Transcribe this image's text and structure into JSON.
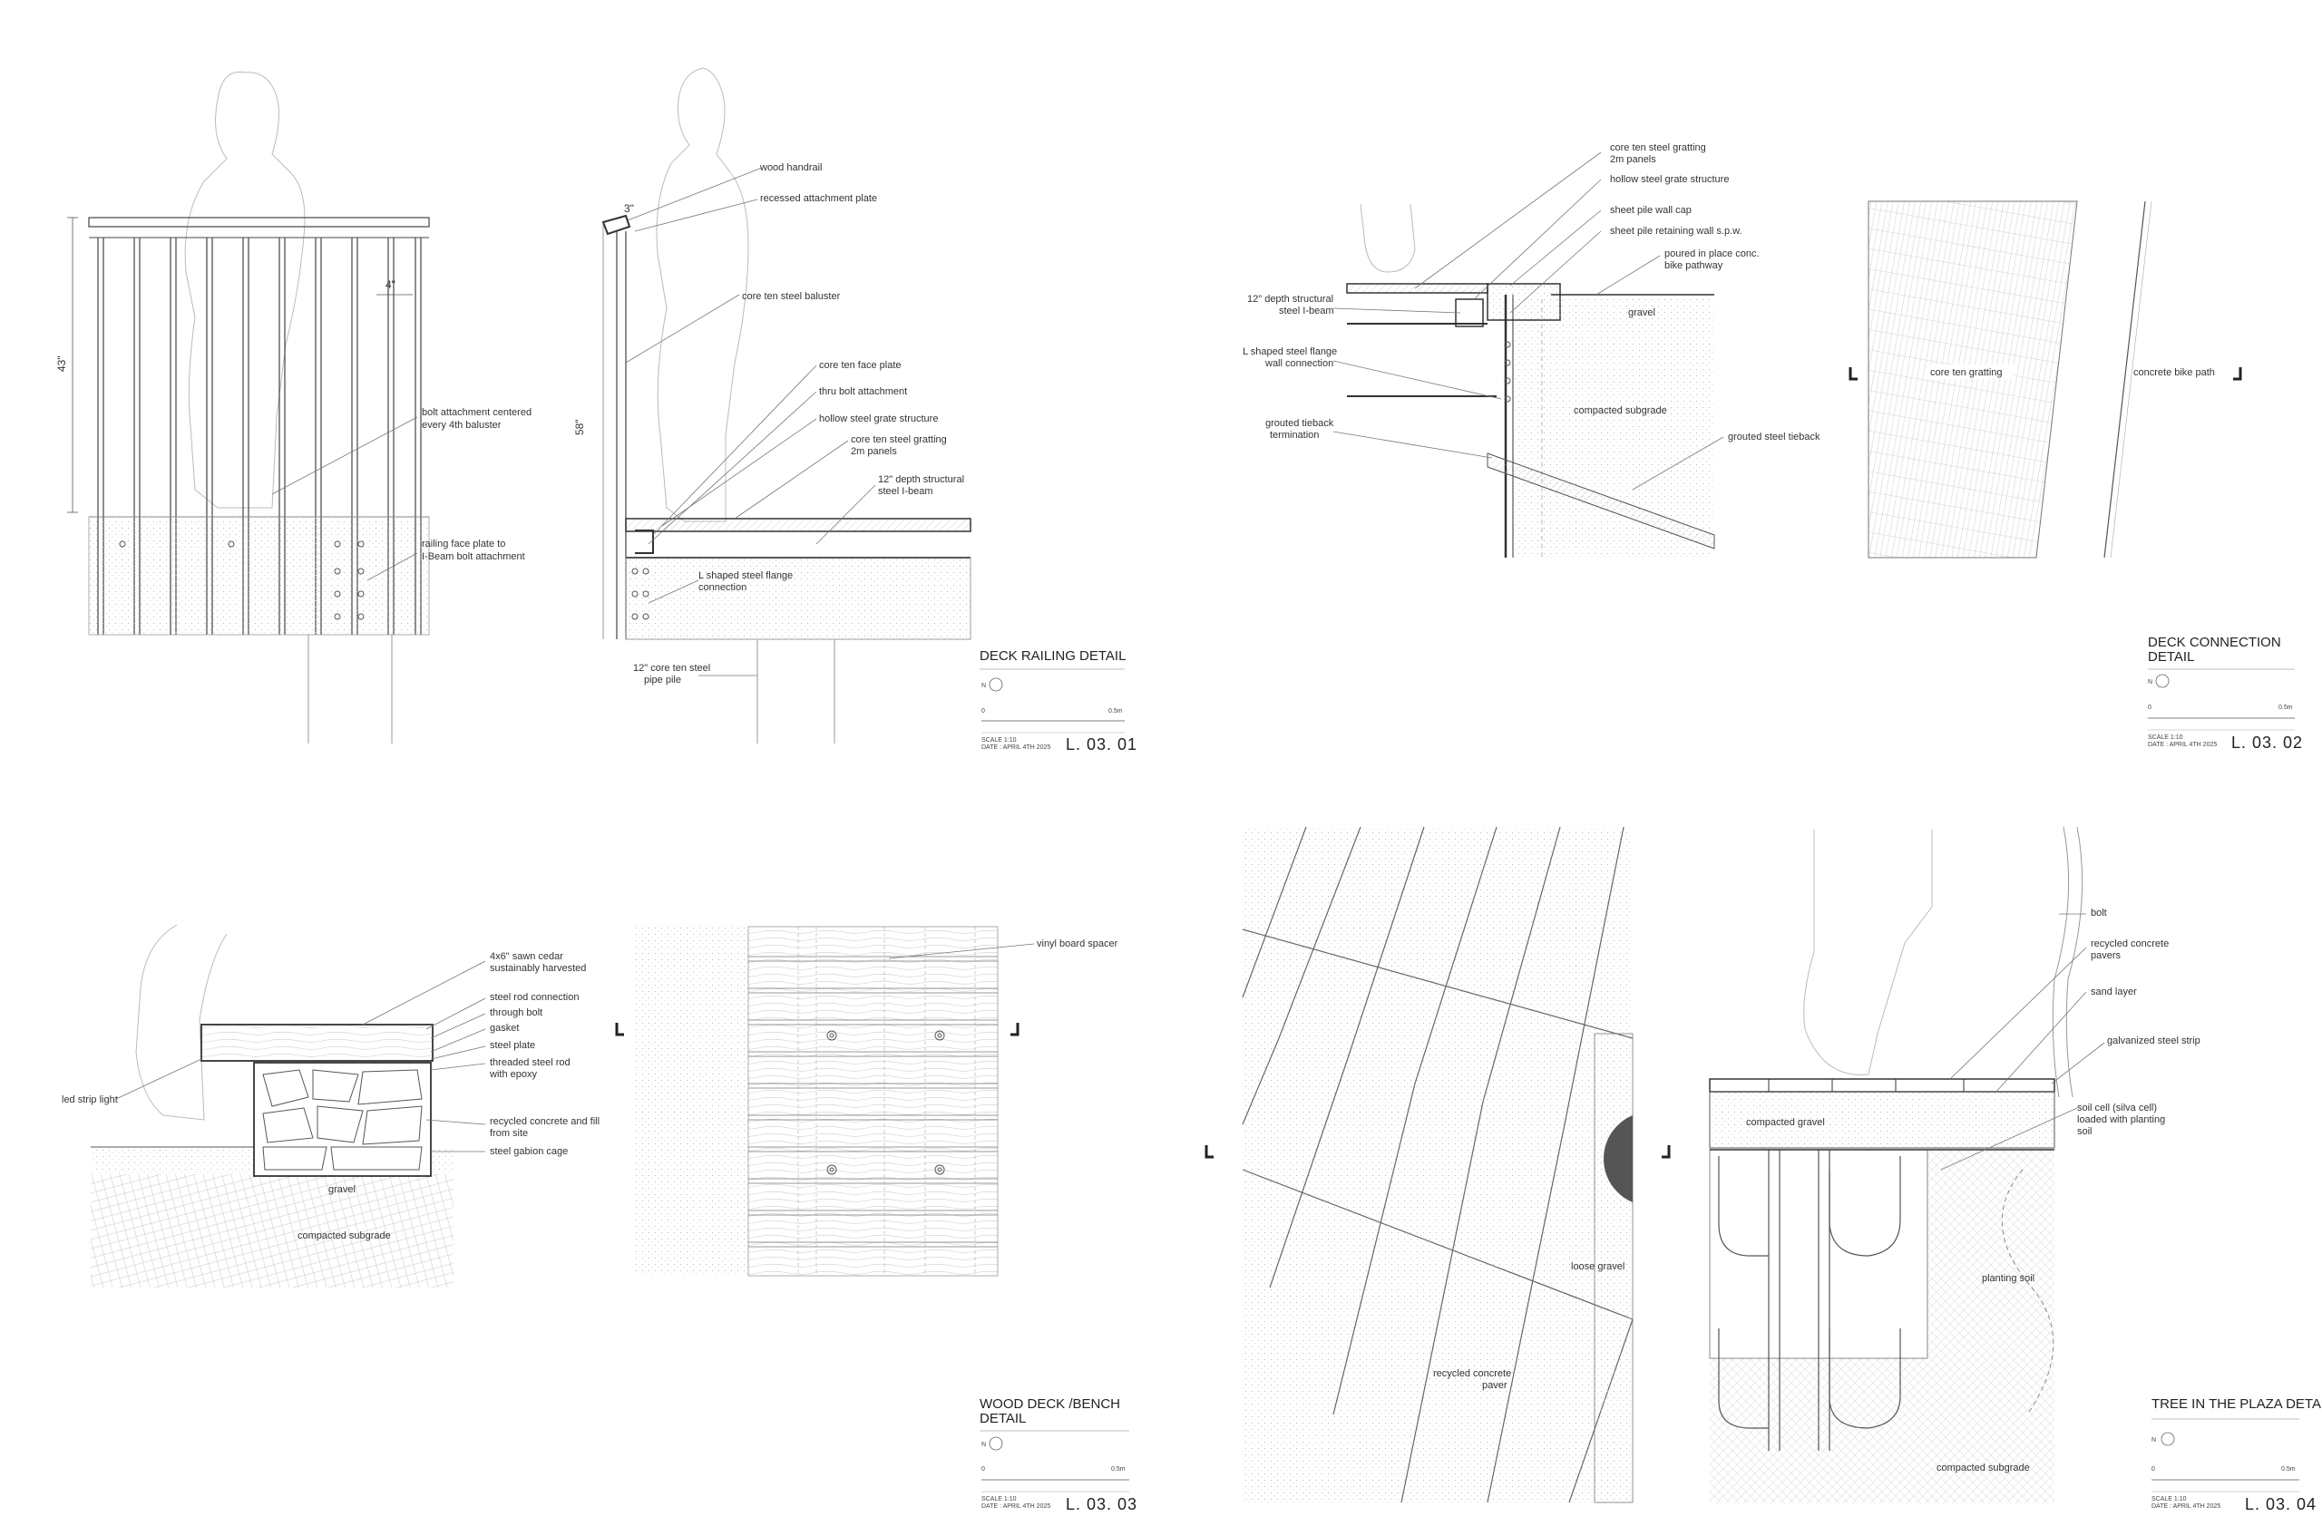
{
  "panels": {
    "railing": {
      "title": "DECK RAILING DETAIL",
      "code": "L. 03. 01",
      "scale": "SCALE 1:10",
      "date": "DATE : APRIL 4TH 2025",
      "dims": {
        "height": "43\"",
        "spacing": "4\"",
        "top": "3\"",
        "total": "58\""
      },
      "labels": {
        "bolt_attach": "bolt attachment centered",
        "bolt_attach2": "every 4th baluster",
        "face_plate": "railing face plate to",
        "face_plate2": "I-Beam bolt attachment",
        "handrail": "wood handrail",
        "recessed": "recessed attachment plate",
        "baluster": "core ten steel baluster",
        "face_plate_s": "core ten face plate",
        "thru_bolt": "thru bolt attachment",
        "hollow": "hollow steel grate structure",
        "gratting": "core ten steel gratting",
        "gratting2": "2m panels",
        "ibeam": "12\" depth structural",
        "ibeam2": "steel I-beam",
        "flange": "L shaped steel flange",
        "flange2": "connection",
        "pipe": "12\" core ten steel",
        "pipe2": "pipe pile"
      }
    },
    "connection": {
      "title": "DECK CONNECTION",
      "title2": "DETAIL",
      "code": "L. 03. 02",
      "scale": "SCALE 1:10",
      "date": "DATE : APRIL 4TH 2025",
      "labels": {
        "gratting": "core ten steel gratting",
        "gratting2": "2m panels",
        "hollow": "hollow steel grate structure",
        "cap": "sheet pile wall cap",
        "retain": "sheet pile retaining wall s.p.w.",
        "poured": "poured in place conc.",
        "poured2": "bike pathway",
        "ibeam": "12\" depth structural",
        "ibeam2": "steel I-beam",
        "gravel": "gravel",
        "flange": "L shaped steel flange",
        "flange2": "wall connection",
        "subgrade": "compacted subgrade",
        "term": "grouted tieback",
        "term2": "termination",
        "tieback": "grouted steel tieback",
        "grating_plan": "core ten gratting",
        "bike_plan": "concrete bike path"
      }
    },
    "bench": {
      "title": "WOOD DECK /BENCH",
      "title2": "DETAIL",
      "code": "L. 03. 03",
      "scale": "SCALE 1:10",
      "date": "DATE : APRIL 4TH 2025",
      "labels": {
        "cedar": "4x6\" sawn cedar",
        "cedar2": "sustainably harvested",
        "rod": "steel rod connection",
        "through": "through bolt",
        "gasket": "gasket",
        "plate": "steel plate",
        "threaded": "threaded steel rod",
        "threaded2": "with epoxy",
        "led": "led strip light",
        "fill": "recycled concrete and fill",
        "fill2": "from site",
        "cage": "steel gabion cage",
        "gravel": "gravel",
        "subgrade": "compacted subgrade",
        "spacer": "vinyl board spacer"
      }
    },
    "tree": {
      "title": "TREE IN THE PLAZA DETAIL",
      "code": "L. 03. 04",
      "scale": "SCALE 1:10",
      "date": "DATE : APRIL 4TH 2025",
      "labels": {
        "loose": "loose gravel",
        "paver": "recycled concrete",
        "paver2": "paver",
        "bolt": "bolt",
        "pavers": "recycled concrete",
        "pavers2": "pavers",
        "sand": "sand layer",
        "strip": "galvanized steel strip",
        "cgravel": "compacted gravel",
        "cell": "soil cell (silva cell)",
        "cell2": "loaded with planting",
        "cell3": "soil",
        "planting": "planting soil",
        "subgrade": "compacted subgrade"
      }
    }
  },
  "scalebar": {
    "start": "0",
    "end": "0.5m"
  },
  "north": "N"
}
